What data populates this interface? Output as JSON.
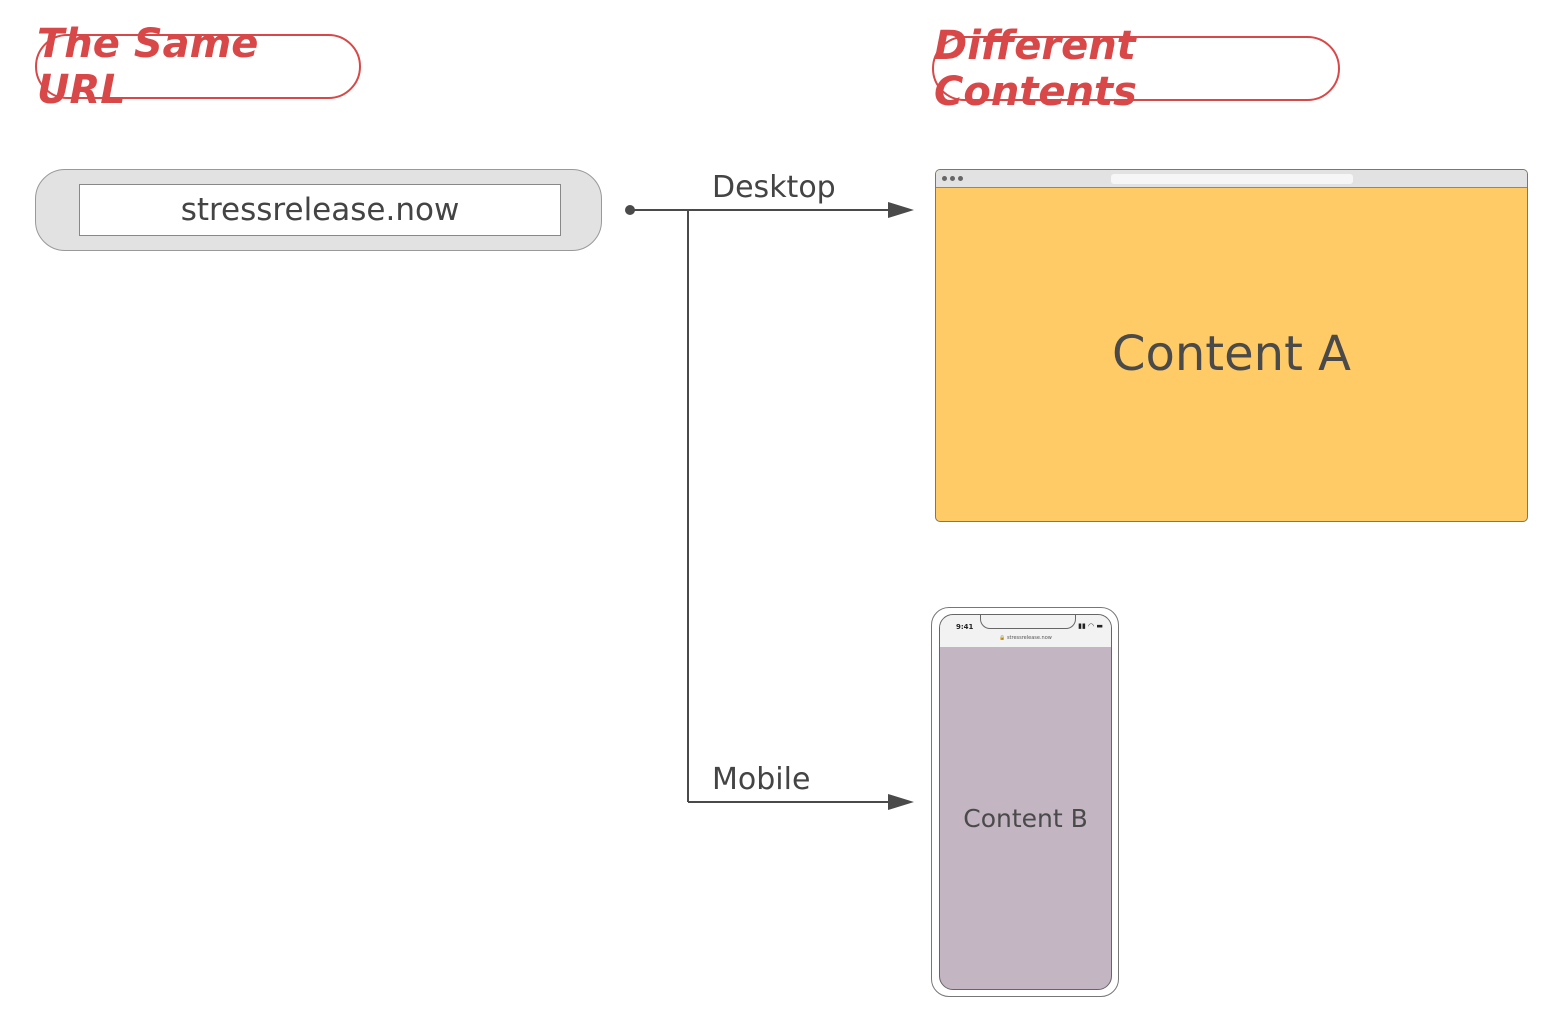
{
  "headings": {
    "left": "The Same URL",
    "right": "Different Contents"
  },
  "url_bar": {
    "value": "stressrelease.now"
  },
  "branches": {
    "desktop": "Desktop",
    "mobile": "Mobile"
  },
  "desktop": {
    "content": "Content A"
  },
  "mobile": {
    "time": "9:41",
    "status_icons": "signal-wifi-battery",
    "address": "stressrelease.now",
    "content": "Content B"
  },
  "colors": {
    "accent": "#d94848",
    "desktop_bg": "#ffcb66",
    "mobile_bg": "#c3b5c2",
    "line": "#4a4a4a"
  }
}
